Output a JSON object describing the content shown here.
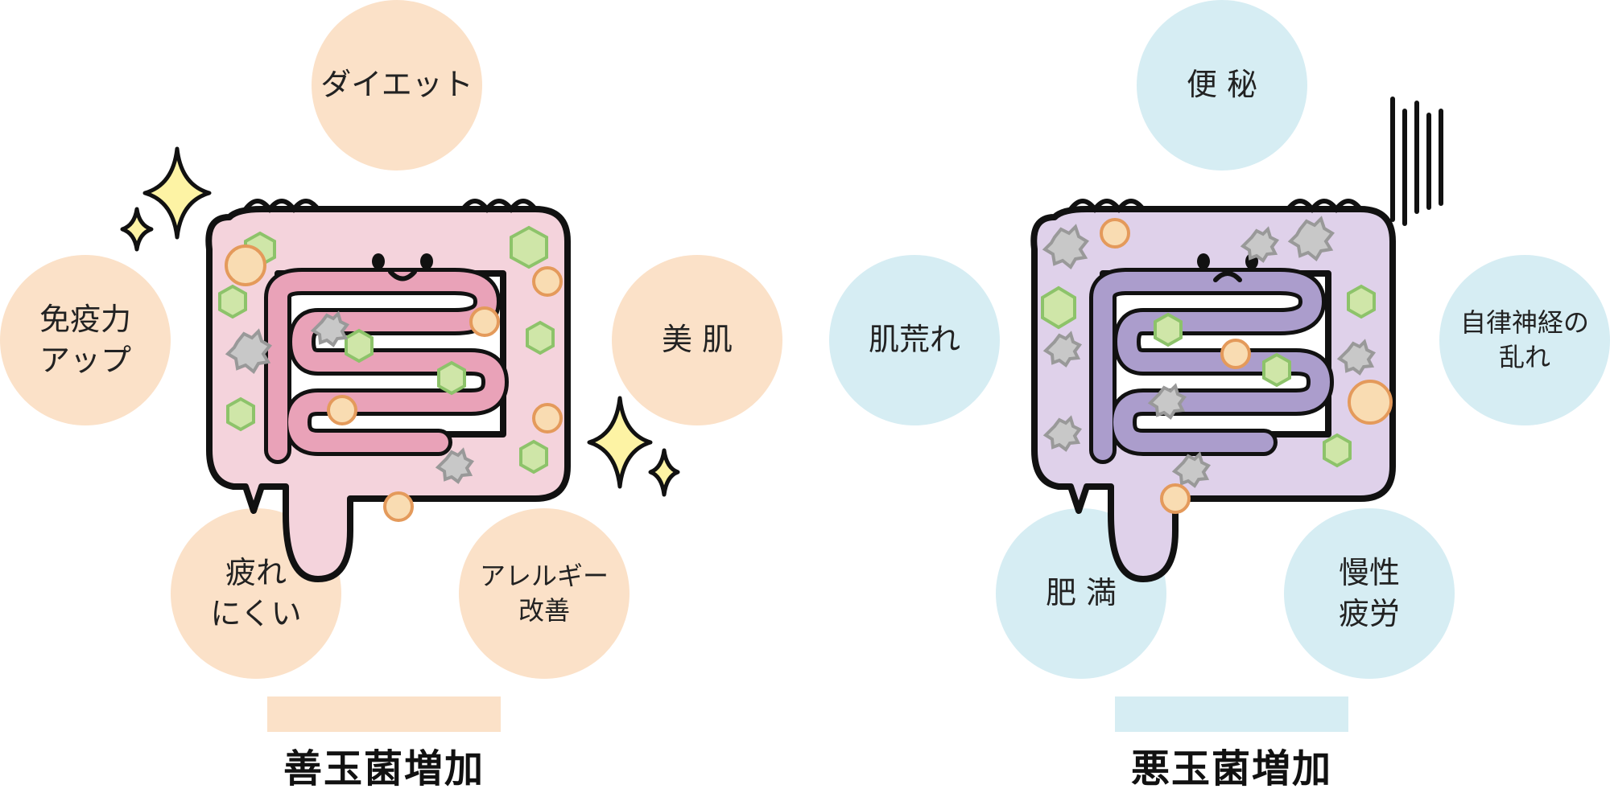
{
  "good": {
    "caption": "善玉菌増加",
    "effects": [
      "ダイエット",
      "免疫力\nアップ",
      "美 肌",
      "疲れ\nにくい",
      "アレルギー\n改善"
    ],
    "colors": {
      "circle": "#fbe1c8",
      "colon": "#f4d3dc",
      "small_intestine": "#e9a2b8",
      "sparkle": "#fdf3a4"
    }
  },
  "bad": {
    "caption": "悪玉菌増加",
    "effects": [
      "便 秘",
      "肌荒れ",
      "自律神経の\n乱れ",
      "肥 満",
      "慢性\n疲労"
    ],
    "colors": {
      "circle": "#d6edf3",
      "colon": "#dfd1ea",
      "small_intestine": "#ab9dcc"
    }
  },
  "bacteria_colors": {
    "good": "#cfe6a8",
    "neutral": "#f9dcb2",
    "bad": "#c8c8c8"
  },
  "icons": [
    "sparkle-icon",
    "smile-face-icon",
    "sad-face-icon",
    "gloom-lines-icon",
    "good-bacteria-icon",
    "neutral-bacteria-icon",
    "bad-bacteria-icon"
  ]
}
